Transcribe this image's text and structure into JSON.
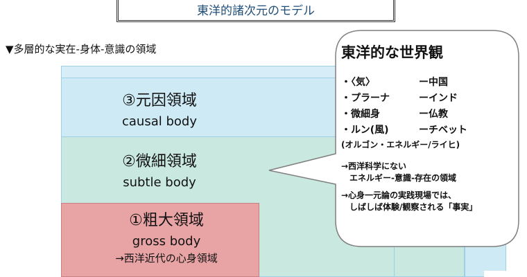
{
  "title": "東洋的諸次元のモデル",
  "section_heading": "▼多層的な実在-身体-意識の領域",
  "layers": {
    "causal": {
      "name": "③元因領域",
      "english": "causal body"
    },
    "subtle": {
      "name": "②微細領域",
      "english": "subtle body"
    },
    "gross": {
      "name": "①粗大領域",
      "english": "gross body",
      "note": "→西洋近代の心身領域"
    }
  },
  "bubble": {
    "title": "東洋的な世界観",
    "items": [
      {
        "term": "・〈気〉",
        "region": "ー中国"
      },
      {
        "term": "・プラーナ",
        "region": "ーインド"
      },
      {
        "term": "・微細身",
        "region": "ー仏教"
      },
      {
        "term": "・ルン(風)",
        "region": "ーチベット"
      }
    ],
    "parenthetical": "(オルゴン・エネルギー/ライヒ)",
    "notes": [
      "→西洋科学にない\n　エネルギー-意識-存在の領域",
      "→心身一元論の実践現場では、\n　しばしば体験/観察される「事実」"
    ]
  },
  "colors": {
    "title_text": "#1f4e79",
    "causal_fill": "#cdeaf5",
    "subtle_fill": "#c9e8df",
    "gross_fill": "#e8a3a5",
    "bubble_border": "#7f7f7f"
  }
}
